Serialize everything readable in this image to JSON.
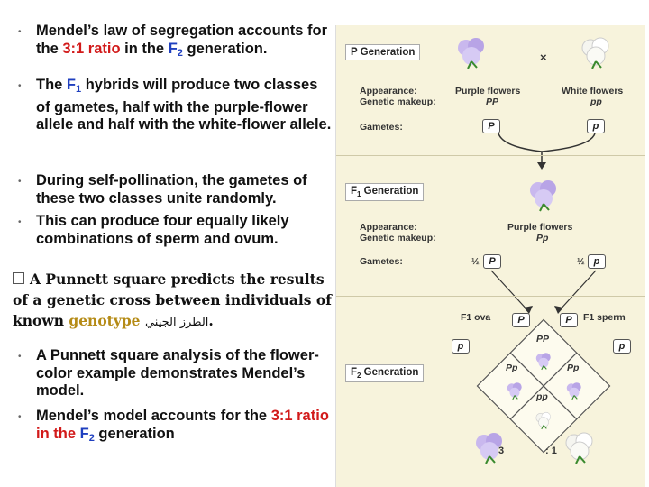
{
  "bullets": [
    {
      "parts": [
        "Mendel’s law of segregation accounts for the ",
        "3:1 ratio",
        " in the ",
        "F",
        "2",
        " generation."
      ]
    },
    {
      "parts": [
        "The ",
        "F",
        "1",
        " hybrids will produce two classes of gametes, half with the purple-flower allele and half with the white-flower allele."
      ]
    },
    {
      "text": "During self-pollination, the gametes of these two classes unite randomly."
    },
    {
      "text": "This can produce four equally likely combinations of sperm and ovum."
    }
  ],
  "punnett_intro": {
    "lead": "A Punnett square predicts the results of a genetic cross between individuals of known ",
    "keyword": "genotype",
    "arabic": "الطرز الجيني",
    "end": "."
  },
  "bullets2": [
    {
      "text": "A Punnett square analysis of the flower-color example demonstrates Mendel’s model."
    },
    {
      "parts": [
        "Mendel’s model accounts for the ",
        "3:1",
        " ",
        "ratio in the ",
        "F",
        "2",
        " generation"
      ]
    }
  ],
  "colors": {
    "red": "#d21a1a",
    "blue": "#1f3fbf",
    "gold": "#b58b16",
    "panel": "#f7f3dc"
  },
  "figure": {
    "p_generation": {
      "label": "P Generation",
      "cross": "×",
      "appearance_label": "Appearance:",
      "genetic_label": "Genetic makeup:",
      "gametes_label": "Gametes:",
      "purple": "Purple flowers",
      "purple_geno": "PP",
      "white": "White flowers",
      "white_geno": "pp",
      "gamete_left": "P",
      "gamete_right": "p"
    },
    "f1_generation": {
      "label_main": "F",
      "label_sub": "1",
      "label_rest": " Generation",
      "appearance_label": "Appearance:",
      "genetic_label": "Genetic makeup:",
      "gametes_label": "Gametes:",
      "purple": "Purple flowers",
      "geno": "Pp",
      "half_left": "½",
      "half_right": "½",
      "gamete_left": "P",
      "gamete_right": "p"
    },
    "f2_generation": {
      "label_main": "F",
      "label_sub": "2",
      "label_rest": " Generation",
      "ova_label": "F1 ova",
      "sperm_label": "F1 sperm",
      "ova_p": "P",
      "ova_pp": "p",
      "sperm_p": "P",
      "sperm_pp": "p",
      "cells": {
        "top": "PP",
        "left": "Pp",
        "right": "Pp",
        "bottom": "pp"
      },
      "ratio_left": "3",
      "ratio_right": ": 1"
    }
  }
}
